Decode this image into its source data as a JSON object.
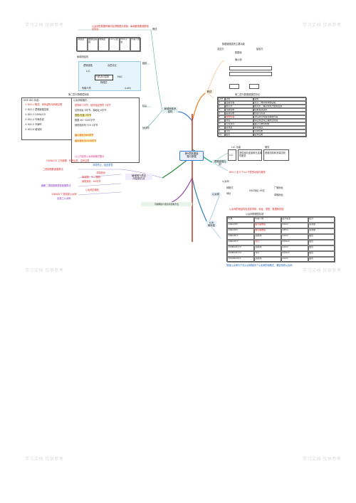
{
  "watermarks": [
    "学习文档 仅供参考",
    "学习文档 仅供参考",
    "学习文档 仅供参考",
    "学习文档 仅供参考",
    "学习文档 仅供参考",
    "学习文档 仅供参考"
  ],
  "center": {
    "label": "第5章数据链\n路与数据"
  },
  "branches": {
    "top_left": "局域网体系\n结构",
    "mid_left": "局域网介质访\n问控制方法",
    "bottom_left": "局域网的介质访问控制方法",
    "top_right": "概述",
    "mid_right": "逻辑链路控制",
    "right_lower": "以太网",
    "right_lower2": "以太\n网标准"
  },
  "top_left": {
    "note_top": "以太网在数据传输中会把数据分成帧，每帧都需要遵循相应协议",
    "note_label": "概述",
    "sub_cells": [
      "网络层",
      "数据链路层",
      "物理层",
      "LLC子层",
      "MAC子层",
      "传输介质"
    ],
    "small_label": "局域网结构",
    "diagram": {
      "row1_left": "逻辑链路",
      "row1_right": "高层协议",
      "row2_label": "LLC",
      "row3_left": "介质访问控制",
      "row3_right": "MAC",
      "row4": "物理层",
      "row5_left": "传输介质",
      "row5_right": "（LAN）"
    },
    "side_label": "模型"
  },
  "mid_left": {
    "title": "第二层与物理层网络",
    "list_a_title": "IEEE 802 标准：",
    "list_a": [
      "① 802.1 概述、体系结构与网络互联",
      "② 802.2 逻辑链路控制",
      "③ 802.3 CSMA/CD",
      "④ 802.4 令牌总线",
      "⑤ 802.5 令牌环",
      "⑥ 802.6 城域网"
    ],
    "list_b_title": "以太网帧格式：",
    "list_b": [
      "前导码 7字节，帧开始定界符 1字节",
      "目的地址 6字节，源地址 6字节",
      "类型/长度 2字节",
      "数据 46~1500字节",
      "帧校验序列 FCS 4字节"
    ],
    "highlight_1": "最小帧长为64字节",
    "highlight_2": "最大帧长为1518字节",
    "side_label": "特点",
    "side_label_2": "帧结构",
    "footer": "以上内容是以太网帧格式要点"
  },
  "mid_left_notes": [
    "CSMA/CD 工作原理：先听后发，边听边发",
    "冲突停止，延迟重发",
    "二进制指数退避算法",
    "冲突检测",
    "争用期：51.2微秒",
    "最短帧长：64字节",
    "截断二进制指数类型退避算法",
    "以太网交换机",
    "10BASE-T 双绞线以太网",
    "全双工以太网"
  ],
  "right_top": {
    "title": "数据链路层的主要功能",
    "flow": [
      "发送方",
      "数据帧",
      "接收方",
      "确认帧"
    ],
    "table_title": "第二层与数据链路层协议",
    "table_headers": [
      "序号",
      "功能",
      "说明"
    ],
    "rows": [
      [
        "1",
        "链路管理",
        "建立、维持和释放链路"
      ],
      [
        "2",
        "帧定界",
        "帧同步，确定帧的开始和结束"
      ],
      [
        "3",
        "流量控制",
        "控制发送速率"
      ],
      [
        "4",
        "差错控制",
        "检错与纠错"
      ],
      [
        "5",
        "透明传输",
        "对任意比特组合都能传输"
      ],
      [
        "6",
        "寻址",
        "保证帧送到正确的目的站"
      ],
      [
        "7",
        "可靠交付",
        "确认与重传机制"
      ],
      [
        "8",
        "总线型",
        "共享信道"
      ],
      [
        "9",
        "环形",
        "令牌控制"
      ],
      [
        "10",
        "星形",
        "集中控制"
      ]
    ]
  },
  "right_mid": {
    "label_a": "LLC 功能",
    "label_b": "服务",
    "boxes": [
      "LLC",
      "提供面向连接和无连接的服务",
      "差错控制和流量控制"
    ],
    "note": "802.2 定义了LLC子层的功能与服务"
  },
  "right_lower": {
    "title": "以太网",
    "items": [
      "帧格式",
      "地址",
      "MAC地址 48位",
      "广播地址",
      "单播地址"
    ],
    "note": "以太网的帧结构包括前导码、地址、类型、数据和校验"
  },
  "right_table": {
    "title": "以太网物理层标准",
    "headers": [
      "标准",
      "传输介质",
      "最大段长",
      "拓扑"
    ],
    "rows": [
      [
        "10BASE5",
        "粗同轴电缆",
        "500m",
        "总线型"
      ],
      [
        "10BASE2",
        "细同轴电缆",
        "185m",
        "总线型"
      ],
      [
        "10BASE-T",
        "双绞线",
        "100m",
        "星形"
      ],
      [
        "10BASE-F",
        "光纤",
        "2000m",
        "星形"
      ],
      [
        "100BASE-TX",
        "双绞线",
        "100m",
        "星形"
      ],
      [
        "100BASE-FX",
        "光纤",
        "2000m",
        "星形"
      ],
      [
        "1000BASE-T",
        "双绞线",
        "100m",
        "星形"
      ]
    ],
    "footer": "快速以太网与千兆以太网保持了以太网的帧格式，兼容传统以太网"
  }
}
